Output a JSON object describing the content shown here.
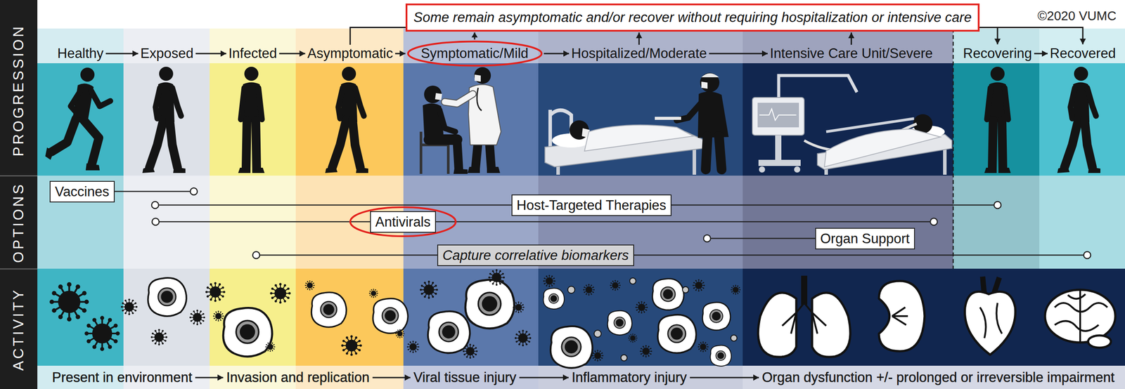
{
  "diagram": {
    "nodes": [
      {
        "text": [
          "Some remain asymptomatic and/or recover without requiring hospitalization or intensive care"
        ]
      },
      {
        "text": [
          "Healthy"
        ]
      },
      {
        "text": [
          "Exposed"
        ]
      },
      {
        "text": [
          "Infected"
        ]
      },
      {
        "text": [
          "Asymptomatic"
        ]
      },
      {
        "text": [
          "Symptomatic/Mild"
        ]
      },
      {
        "text": [
          "Hospitalized/Moderate"
        ]
      },
      {
        "text": [
          "Intensive Care Unit/Severe"
        ]
      },
      {
        "text": [
          "Recovering"
        ]
      },
      {
        "text": [
          "Recovered"
        ]
      },
      {
        "text": [
          "Vaccines"
        ]
      },
      {
        "text": [
          "Host-Targeted Therapies"
        ]
      },
      {
        "text": [
          "Antivirals"
        ]
      },
      {
        "text": [
          "Organ Support"
        ]
      },
      {
        "text": [
          "Capture correlative biomarkers"
        ]
      },
      {
        "text": [
          "Present in environment"
        ]
      },
      {
        "text": [
          "Invasion and replication"
        ]
      },
      {
        "text": [
          "Viral tissue injury"
        ]
      },
      {
        "text": [
          "Inflammatory injury"
        ]
      },
      {
        "text": [
          "Organ dysfunction +/- prolonged or irreversible impairment"
        ]
      }
    ],
    "edges": [
      {
        "from": 1,
        "to": 2,
        "arrow": "to"
      },
      {
        "from": 2,
        "to": 3,
        "arrow": "to"
      },
      {
        "from": 3,
        "to": 4,
        "arrow": "to"
      },
      {
        "from": 4,
        "to": 5,
        "arrow": "to"
      },
      {
        "from": 5,
        "to": 6,
        "arrow": "to"
      },
      {
        "from": 6,
        "to": 7,
        "arrow": "to"
      },
      {
        "from": 8,
        "to": 9,
        "arrow": "to"
      },
      {
        "from": 4,
        "to": 0,
        "arrow": "none"
      },
      {
        "from": 5,
        "to": 0,
        "arrow": "to"
      },
      {
        "from": 6,
        "to": 0,
        "arrow": "to"
      },
      {
        "from": 7,
        "to": 0,
        "arrow": "to"
      },
      {
        "from": 0,
        "to": 8,
        "arrow": "to"
      },
      {
        "from": 0,
        "to": 9,
        "arrow": "to"
      },
      {
        "from": 15,
        "to": 16,
        "arrow": "to"
      },
      {
        "from": 16,
        "to": 17,
        "arrow": "to"
      },
      {
        "from": 17,
        "to": 18,
        "arrow": "to"
      },
      {
        "from": 18,
        "to": 19,
        "arrow": "to"
      }
    ],
    "labels": [
      "PROGRESSION",
      "OPTIONS",
      "ACTIVITY",
      "©2020 VUMC"
    ]
  }
}
